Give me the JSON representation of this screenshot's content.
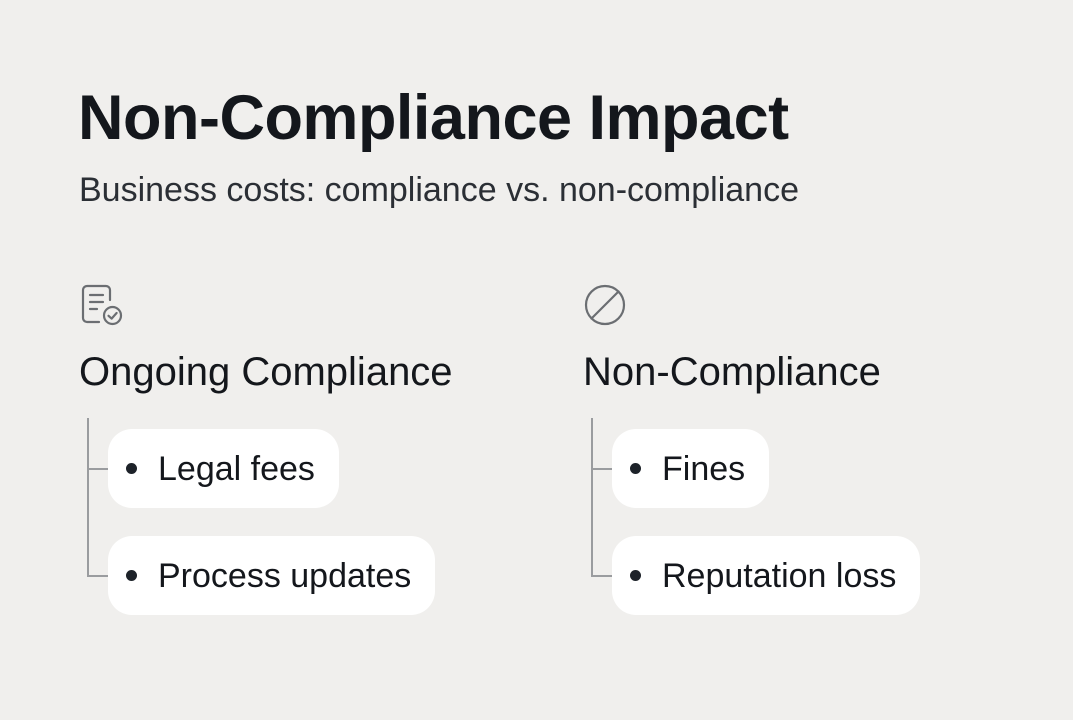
{
  "header": {
    "title": "Non-Compliance Impact",
    "subtitle": "Business costs: compliance vs. non-compliance"
  },
  "columns": [
    {
      "icon": "document-check-icon",
      "heading": "Ongoing Compliance",
      "items": [
        {
          "label": "Legal fees"
        },
        {
          "label": "Process updates"
        }
      ]
    },
    {
      "icon": "prohibited-icon",
      "heading": "Non-Compliance",
      "items": [
        {
          "label": "Fines"
        },
        {
          "label": "Reputation loss"
        }
      ]
    }
  ],
  "colors": {
    "background": "#f0efed",
    "card": "#ffffff",
    "text": "#14171c",
    "icon": "#6b6e72",
    "connector": "#9a9c9f"
  }
}
